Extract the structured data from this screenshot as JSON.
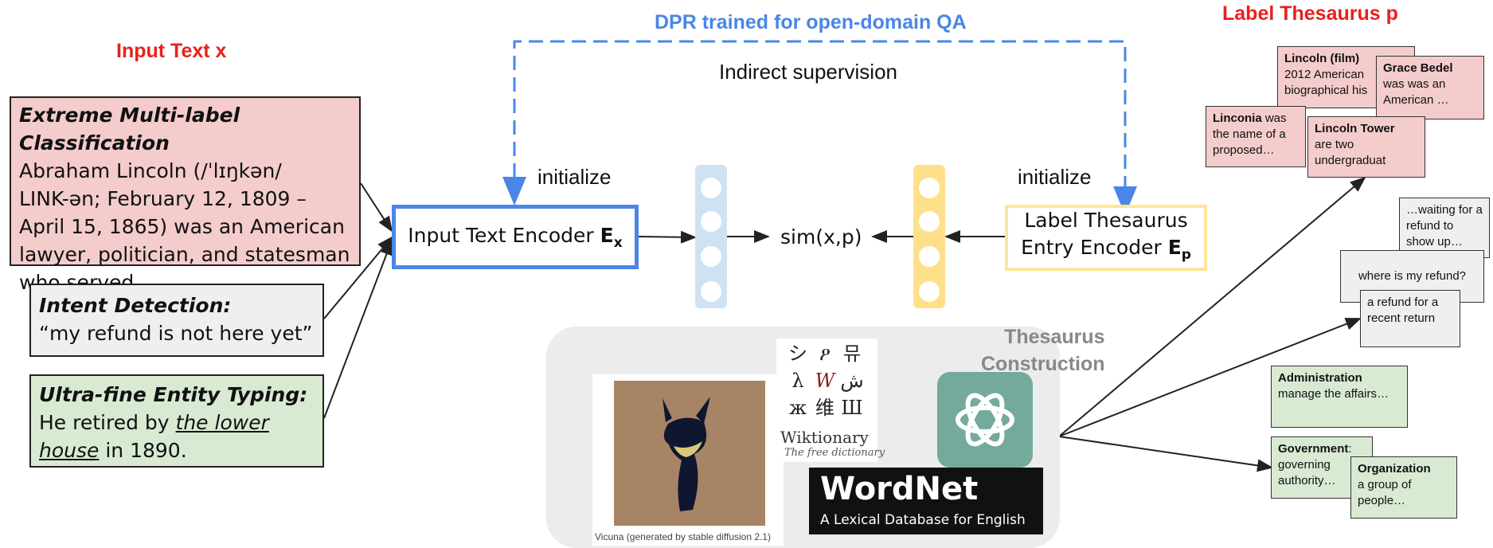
{
  "titles": {
    "input_text": "Input Text x",
    "label_thesaurus": "Label Thesaurus p",
    "dpr": "DPR trained for open-domain QA",
    "indirect": "Indirect supervision",
    "initialize_left": "initialize",
    "initialize_right": "initialize",
    "sim": "sim(x,p)",
    "thesaurus_construction_1": "Thesaurus",
    "thesaurus_construction_2": "Construction"
  },
  "inputs": {
    "xmc": {
      "heading": "Extreme Multi-label Classification",
      "lines": [
        "Abraham Lincoln (/ˈlɪŋkən/",
        "LINK-ən; February 12, 1809 –",
        "April 15, 1865) was an American",
        "lawyer, politician, and statesman",
        "who served…"
      ]
    },
    "intent": {
      "heading": "Intent Detection:",
      "text": "“my refund is not here yet”"
    },
    "entity": {
      "heading": "Ultra-fine Entity Typing:",
      "pre": "He retired by ",
      "underlined_1": "the lower",
      "underlined_2": "house",
      "post": " in 1890."
    }
  },
  "encoders": {
    "input": {
      "text": "Input Text Encoder ",
      "sym": "E",
      "sub": "x"
    },
    "label": {
      "line1": "Label Thesaurus",
      "line2": "Entry Encoder ",
      "sym": "E",
      "sub": "p"
    }
  },
  "logos": {
    "vicuna_caption": "Vicuna (generated by stable diffusion 2.1)",
    "wiktionary_name": "Wiktionary",
    "wiktionary_tag": "The free dictionary",
    "wiktionary_glyphs": [
      "シ",
      "ዖ",
      "뮤",
      "λ",
      "W",
      "ش",
      "ж",
      "维",
      "Ш"
    ],
    "wordnet_name": "WordNet",
    "wordnet_tag": "A Lexical Database for English"
  },
  "cards": {
    "pink": [
      {
        "title": "Lincoln (film)",
        "body": "2012 American biographical his"
      },
      {
        "title": "Grace Bedel",
        "body": "was was an American …"
      },
      {
        "title": "Linconia",
        "inline": true,
        "body": "was the name of a proposed…"
      },
      {
        "title": "Lincoln Tower",
        "body": "are two undergraduat"
      }
    ],
    "grey": [
      {
        "body": "…waiting for a refund to show up…"
      },
      {
        "body": "where is my refund?"
      },
      {
        "body": "a refund for a recent return"
      }
    ],
    "green": [
      {
        "title": "Administration",
        "body": "manage the affairs…"
      },
      {
        "title": "Government",
        "body": "governing authority…",
        "suffix": ":"
      },
      {
        "title": "Organization",
        "body": "a group of people…"
      }
    ]
  },
  "colors": {
    "red": "#e8201e",
    "blue": "#4a86e8",
    "blue_light": "#cfe2f3",
    "yellow": "#ffe599",
    "yellow_pill": "#ffe08a",
    "chatgpt": "#74aa9c"
  }
}
